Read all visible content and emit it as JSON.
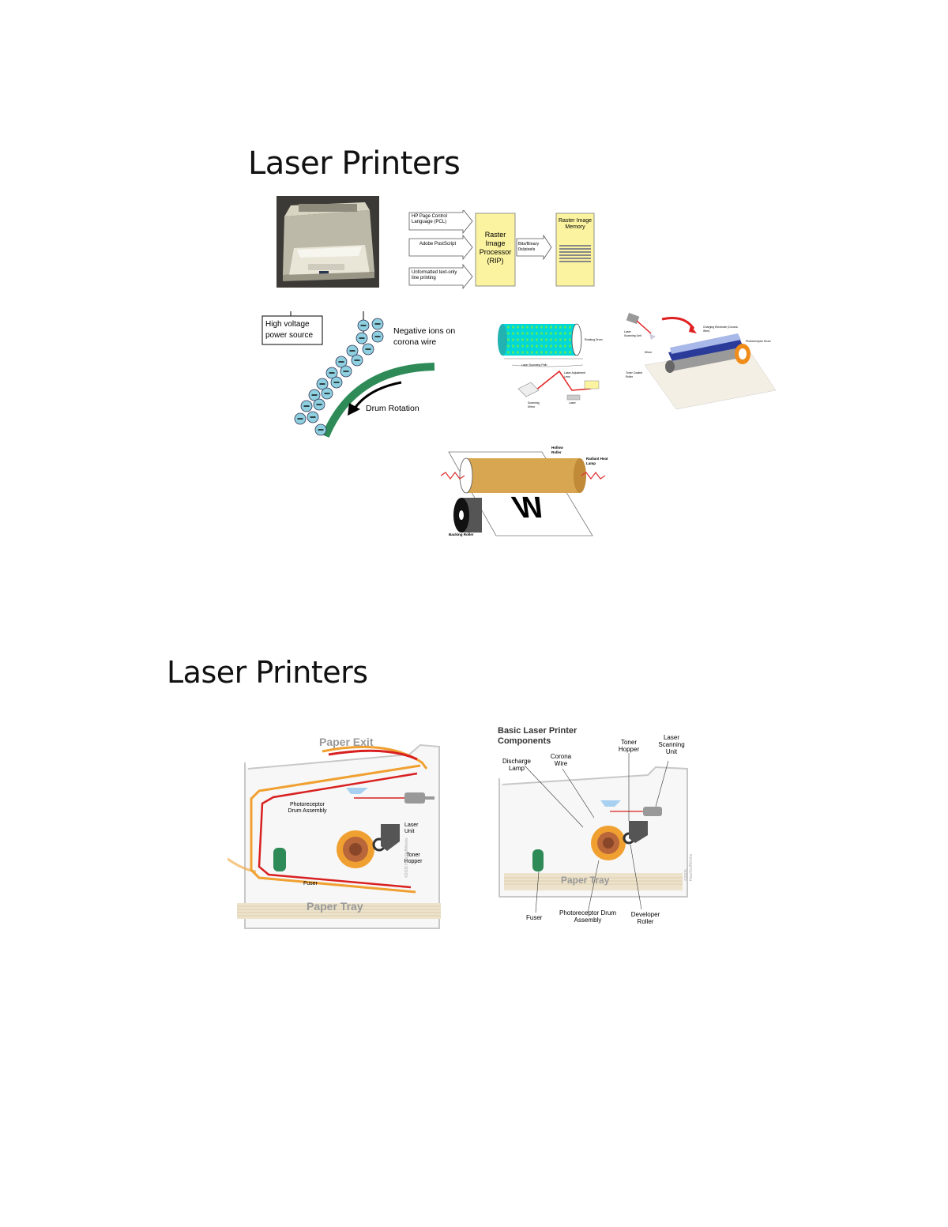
{
  "slides": [
    {
      "title": "Laser Printers",
      "rip_diagram": {
        "inputs": [
          "HP Page Control Language (PCL)",
          "Adobe PostScript",
          "Unformatted text-only line printing"
        ],
        "processor": "Raster Image Processor (RIP)",
        "bitmap_label": "Bits/Binary 0s/pixels",
        "memory": "Raster Image Memory"
      },
      "corona_diagram": {
        "power_source": "High voltage power source",
        "ions_label": "Negative ions on corona wire",
        "rotation_label": "Drum Rotation"
      },
      "scan_diagram": {
        "labels": [
          "Rotating Drum",
          "Laser Scanning Path",
          "Laser",
          "Scanning Mirror",
          "Laser Adjustment Lens"
        ]
      },
      "drum_diagram": {
        "labels": [
          "Laser Scanning Unit",
          "Mirror",
          "Charging Electrode (Corona Wire)",
          "Photoreceptor Drum",
          "Toner Coated Roller"
        ]
      },
      "fuser_diagram": {
        "hollow_roller": "Hollow Roller",
        "heat_lamp": "Radiant Heat Lamp",
        "backing_roller": "Backing Roller",
        "letter": "W"
      }
    },
    {
      "title": "Laser Printers",
      "paper_path": {
        "paper_exit": "Paper Exit",
        "drum": "Photoreceptor Drum Assembly",
        "laser": "Laser Unit",
        "toner": "Toner Hopper",
        "fuser": "Fuser",
        "tray": "Paper Tray",
        "credit": "©2005 HowStuffWorks"
      },
      "components": {
        "title": "Basic Laser Printer Components",
        "toner_hopper": "Toner Hopper",
        "laser_scanning": "Laser Scanning Unit",
        "discharge_lamp": "Discharge Lamp",
        "corona_wire": "Corona Wire",
        "tray": "Paper Tray",
        "fuser": "Fuser",
        "drum": "Photoreceptor Drum Assembly",
        "developer": "Developer Roller",
        "credit": "©2005 HowStuffWorks"
      }
    }
  ],
  "colors": {
    "rip_box": "#fbf3a0",
    "corona_ion": "#8ecfe0",
    "drum_green": "#2e8b57",
    "paper_path_orange": "#f0a030",
    "paper_path_red": "#d92020",
    "fuser_roller": "#d8a550"
  }
}
